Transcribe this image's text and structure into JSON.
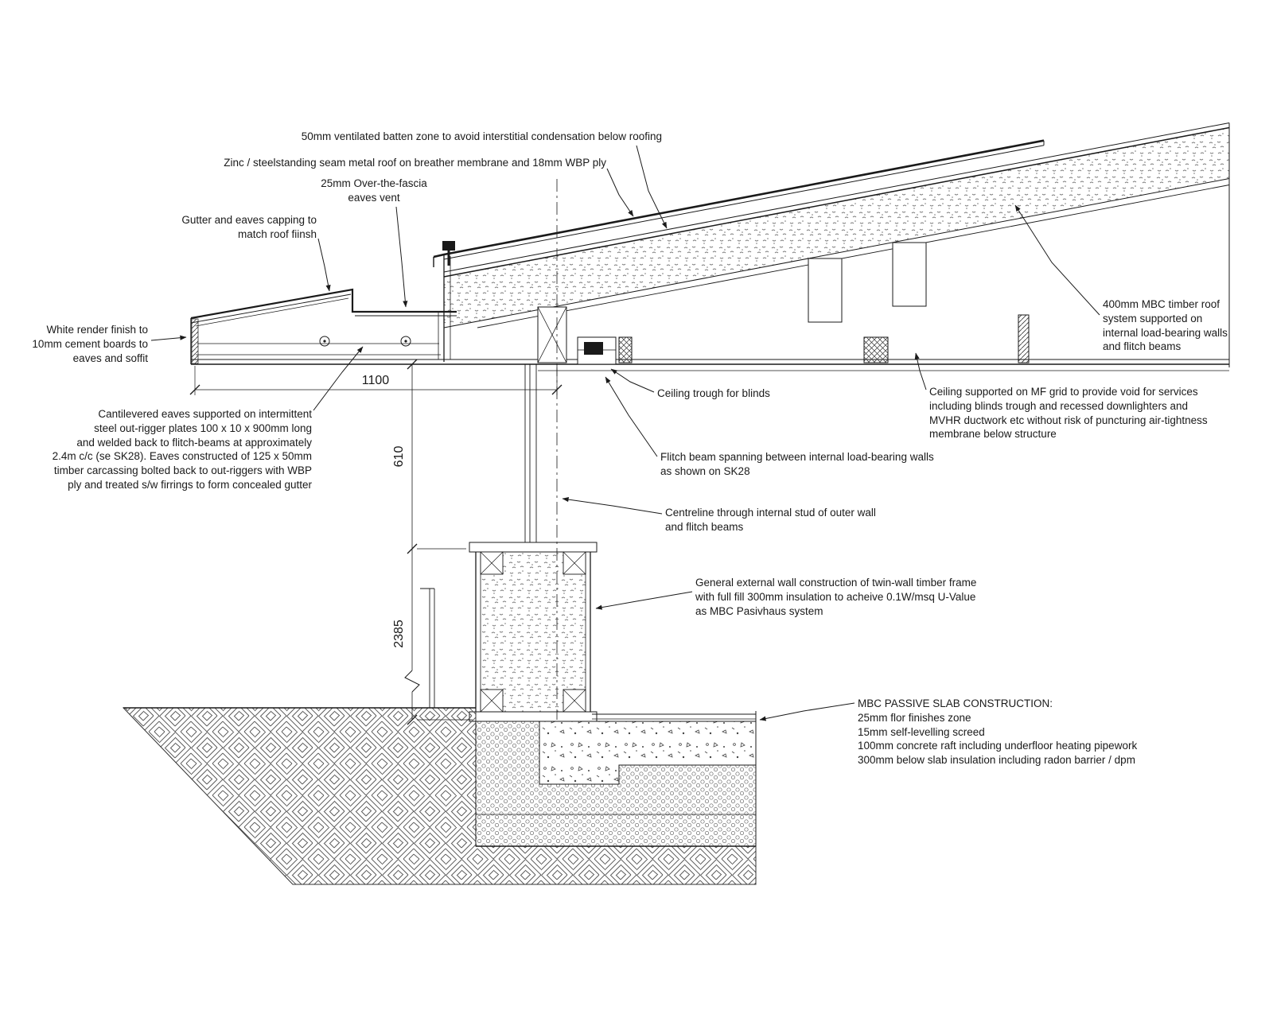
{
  "labels": {
    "batten_zone": "50mm ventilated batten zone to avoid interstitial condensation below roofing",
    "metal_roof": "Zinc / steelstanding seam metal roof on breather membrane and 18mm WBP ply",
    "eaves_vent": "25mm Over-the-fascia\neaves vent",
    "gutter_capping": "Gutter and eaves capping to\nmatch roof fiinsh",
    "white_render": "White render finish to\n10mm cement boards to\neaves and soffit",
    "cantilevered_eaves": "Cantilevered eaves supported on intermittent\nsteel out-rigger plates 100 x 10 x 900mm long\nand welded back to flitch-beams at approximately\n2.4m c/c (se SK28). Eaves constructed of 125 x 50mm\ntimber carcassing bolted back to out-riggers with WBP\nply and treated s/w firrings to form concealed gutter",
    "ceiling_trough": "Ceiling trough for blinds",
    "roof_system": "400mm MBC timber roof\nsystem supported on\ninternal load-bearing walls\nand flitch beams",
    "mf_grid": "Ceiling supported on MF grid to provide void for services\nincluding blinds trough and recessed downlighters and\nMVHR ductwork etc without risk of puncturing air-tightness\nmembrane below structure",
    "flitch_beam": "Flitch beam spanning between internal load-bearing walls\nas shown on SK28",
    "centreline": "Centreline through internal stud of outer wall\nand flitch beams",
    "wall_construction": "General external wall construction of twin-wall timber frame\nwith full fill 300mm insulation to acheive 0.1W/msq U-Value\nas MBC Pasivhaus system",
    "slab_construction": "MBC PASSIVE SLAB CONSTRUCTION:\n25mm flor finishes zone\n15mm self-levelling screed\n100mm concrete raft including underfloor heating pipework\n300mm below slab insulation including radon barrier / dpm"
  },
  "dimensions": {
    "eaves_projection": "1100",
    "ceiling_void": "610",
    "wall_height": "2385"
  },
  "colors": {
    "line": "#1a1a1a",
    "background": "#ffffff"
  }
}
